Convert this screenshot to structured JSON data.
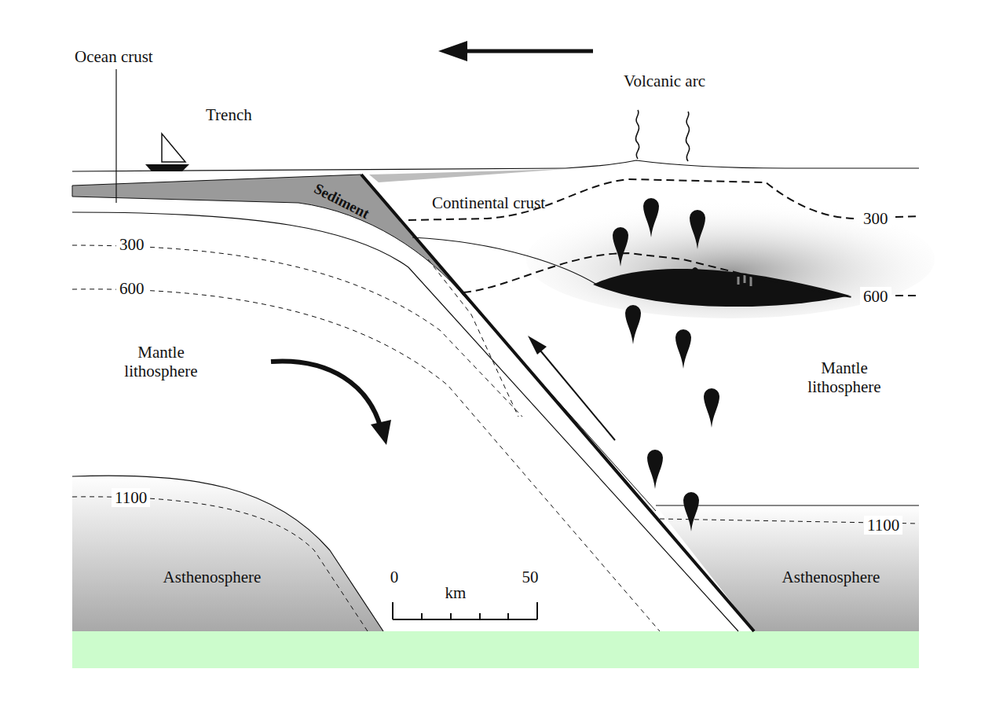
{
  "diagram": {
    "labels": [
      "Ocean crust",
      "Trench",
      "Volcanic arc",
      "Sediment",
      "Continental crust",
      "300",
      "600",
      "300",
      "600",
      "Mantle lithosphere",
      "Mantle lithosphere",
      "1100",
      "1100",
      "Asthenosphere",
      "Asthenosphere",
      "0",
      "km",
      "50"
    ]
  }
}
